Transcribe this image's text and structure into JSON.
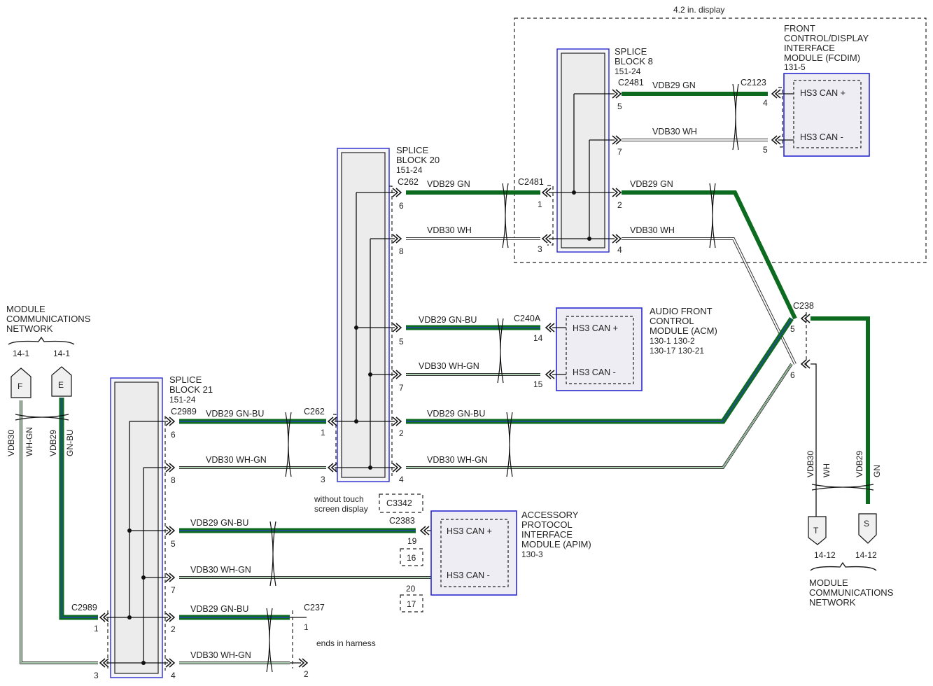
{
  "display_group": {
    "label": "4.2 in. display"
  },
  "without_touch_label": [
    "without touch",
    "screen display"
  ],
  "ends_in_harness": "ends in harness",
  "network_left": {
    "title": [
      "MODULE",
      "COMMUNICATIONS",
      "NETWORK"
    ],
    "pin_f": "F",
    "pin_e": "E",
    "ref_f": "14-1",
    "ref_e": "14-1",
    "wire_labels": [
      "VDB30",
      "WH-GN",
      "VDB29",
      "GN-BU"
    ]
  },
  "network_right": {
    "title": [
      "MODULE",
      "COMMUNICATIONS",
      "NETWORK"
    ],
    "pin_t": "T",
    "pin_s": "S",
    "ref_t": "14-12",
    "ref_s": "14-12",
    "wire_labels": [
      "VDB30",
      "WH",
      "VDB29",
      "GN"
    ]
  },
  "splice_blocks": {
    "sb8": {
      "title": [
        "SPLICE",
        "BLOCK 8"
      ],
      "ref": "151-24"
    },
    "sb20": {
      "title": [
        "SPLICE",
        "BLOCK 20"
      ],
      "ref": "151-24"
    },
    "sb21": {
      "title": [
        "SPLICE",
        "BLOCK 21"
      ],
      "ref": "151-24"
    }
  },
  "modules": {
    "fcdim": {
      "title": [
        "FRONT",
        "CONTROL/DISPLAY",
        "INTERFACE",
        "MODULE (FCDIM)"
      ],
      "ref": "131-5",
      "pin_pos": "HS3 CAN +",
      "pin_neg": "HS3 CAN -"
    },
    "acm": {
      "title": [
        "AUDIO FRONT",
        "CONTROL",
        "MODULE (ACM)"
      ],
      "refs": [
        "130-1  130-2",
        "130-17  130-21"
      ],
      "pin_pos": "HS3 CAN +",
      "pin_neg": "HS3 CAN -"
    },
    "apim": {
      "title": [
        "ACCESSORY",
        "PROTOCOL",
        "INTERFACE",
        "MODULE (APIM)"
      ],
      "ref": "130-3",
      "pin_pos": "HS3 CAN +",
      "pin_neg": "HS3 CAN -"
    }
  },
  "connectors": {
    "c2481_sb8": "C2481",
    "c2123": "C2123",
    "c262_sb20": "C262",
    "c2481": "C2481",
    "c240a": "C240A",
    "c238": "C238",
    "c2989_sb21": "C2989",
    "c262": "C262",
    "c3342": "C3342",
    "c2383": "C2383",
    "c2989": "C2989",
    "c237": "C237"
  },
  "wire_labels": {
    "vdb29_gn": "VDB29   GN",
    "vdb30_wh": "VDB30   WH",
    "vdb29_gnbu": "VDB29   GN-BU",
    "vdb30_whgn": "VDB30   WH-GN"
  },
  "pins": {
    "sb8_5": "5",
    "sb8_7": "7",
    "fcdim_4": "4",
    "fcdim_5": "5",
    "sb8_2": "2",
    "sb8_4": "4",
    "c2481_1": "1",
    "c2481_3": "3",
    "sb20_6": "6",
    "sb20_8": "8",
    "sb20_5": "5",
    "sb20_7": "7",
    "sb20_2": "2",
    "sb20_4": "4",
    "acm_14": "14",
    "acm_15": "15",
    "c238_5": "5",
    "c238_6": "6",
    "c262_1": "1",
    "c262_3": "3",
    "sb21_6": "6",
    "sb21_8": "8",
    "sb21_5": "5",
    "sb21_7": "7",
    "sb21_2": "2",
    "sb21_4": "4",
    "apim_19": "19",
    "apim_16": "16",
    "apim_20": "20",
    "apim_17": "17",
    "c2989_1": "1",
    "c2989_3": "3",
    "c237_1": "1",
    "c237_2": "2"
  }
}
